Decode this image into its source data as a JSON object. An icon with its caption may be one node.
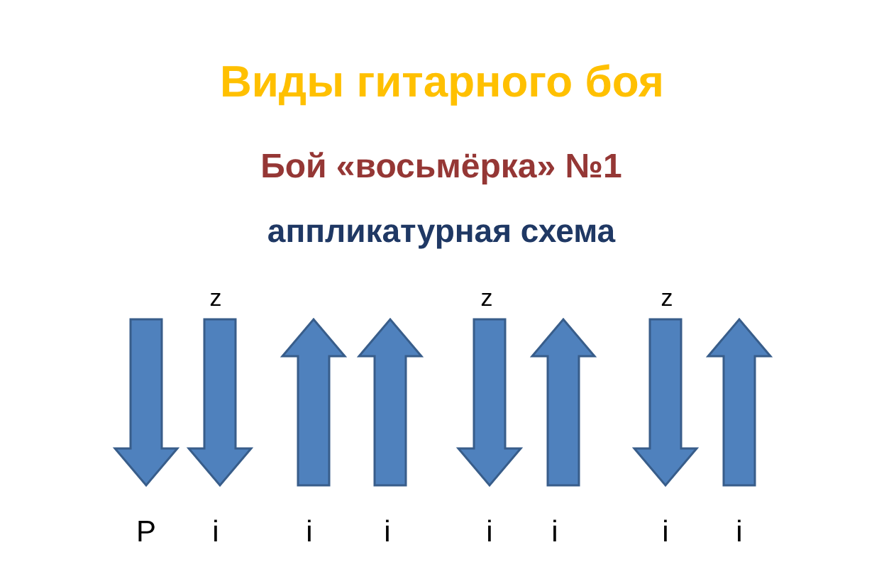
{
  "diagram": {
    "title": "Виды гитарного боя",
    "labels": [
      "Бой «восьмёрка» №1",
      "аппликатурная схема",
      "z",
      "z",
      "z",
      "P",
      "i",
      "i",
      "i",
      "i",
      "i",
      "i",
      "i"
    ]
  }
}
